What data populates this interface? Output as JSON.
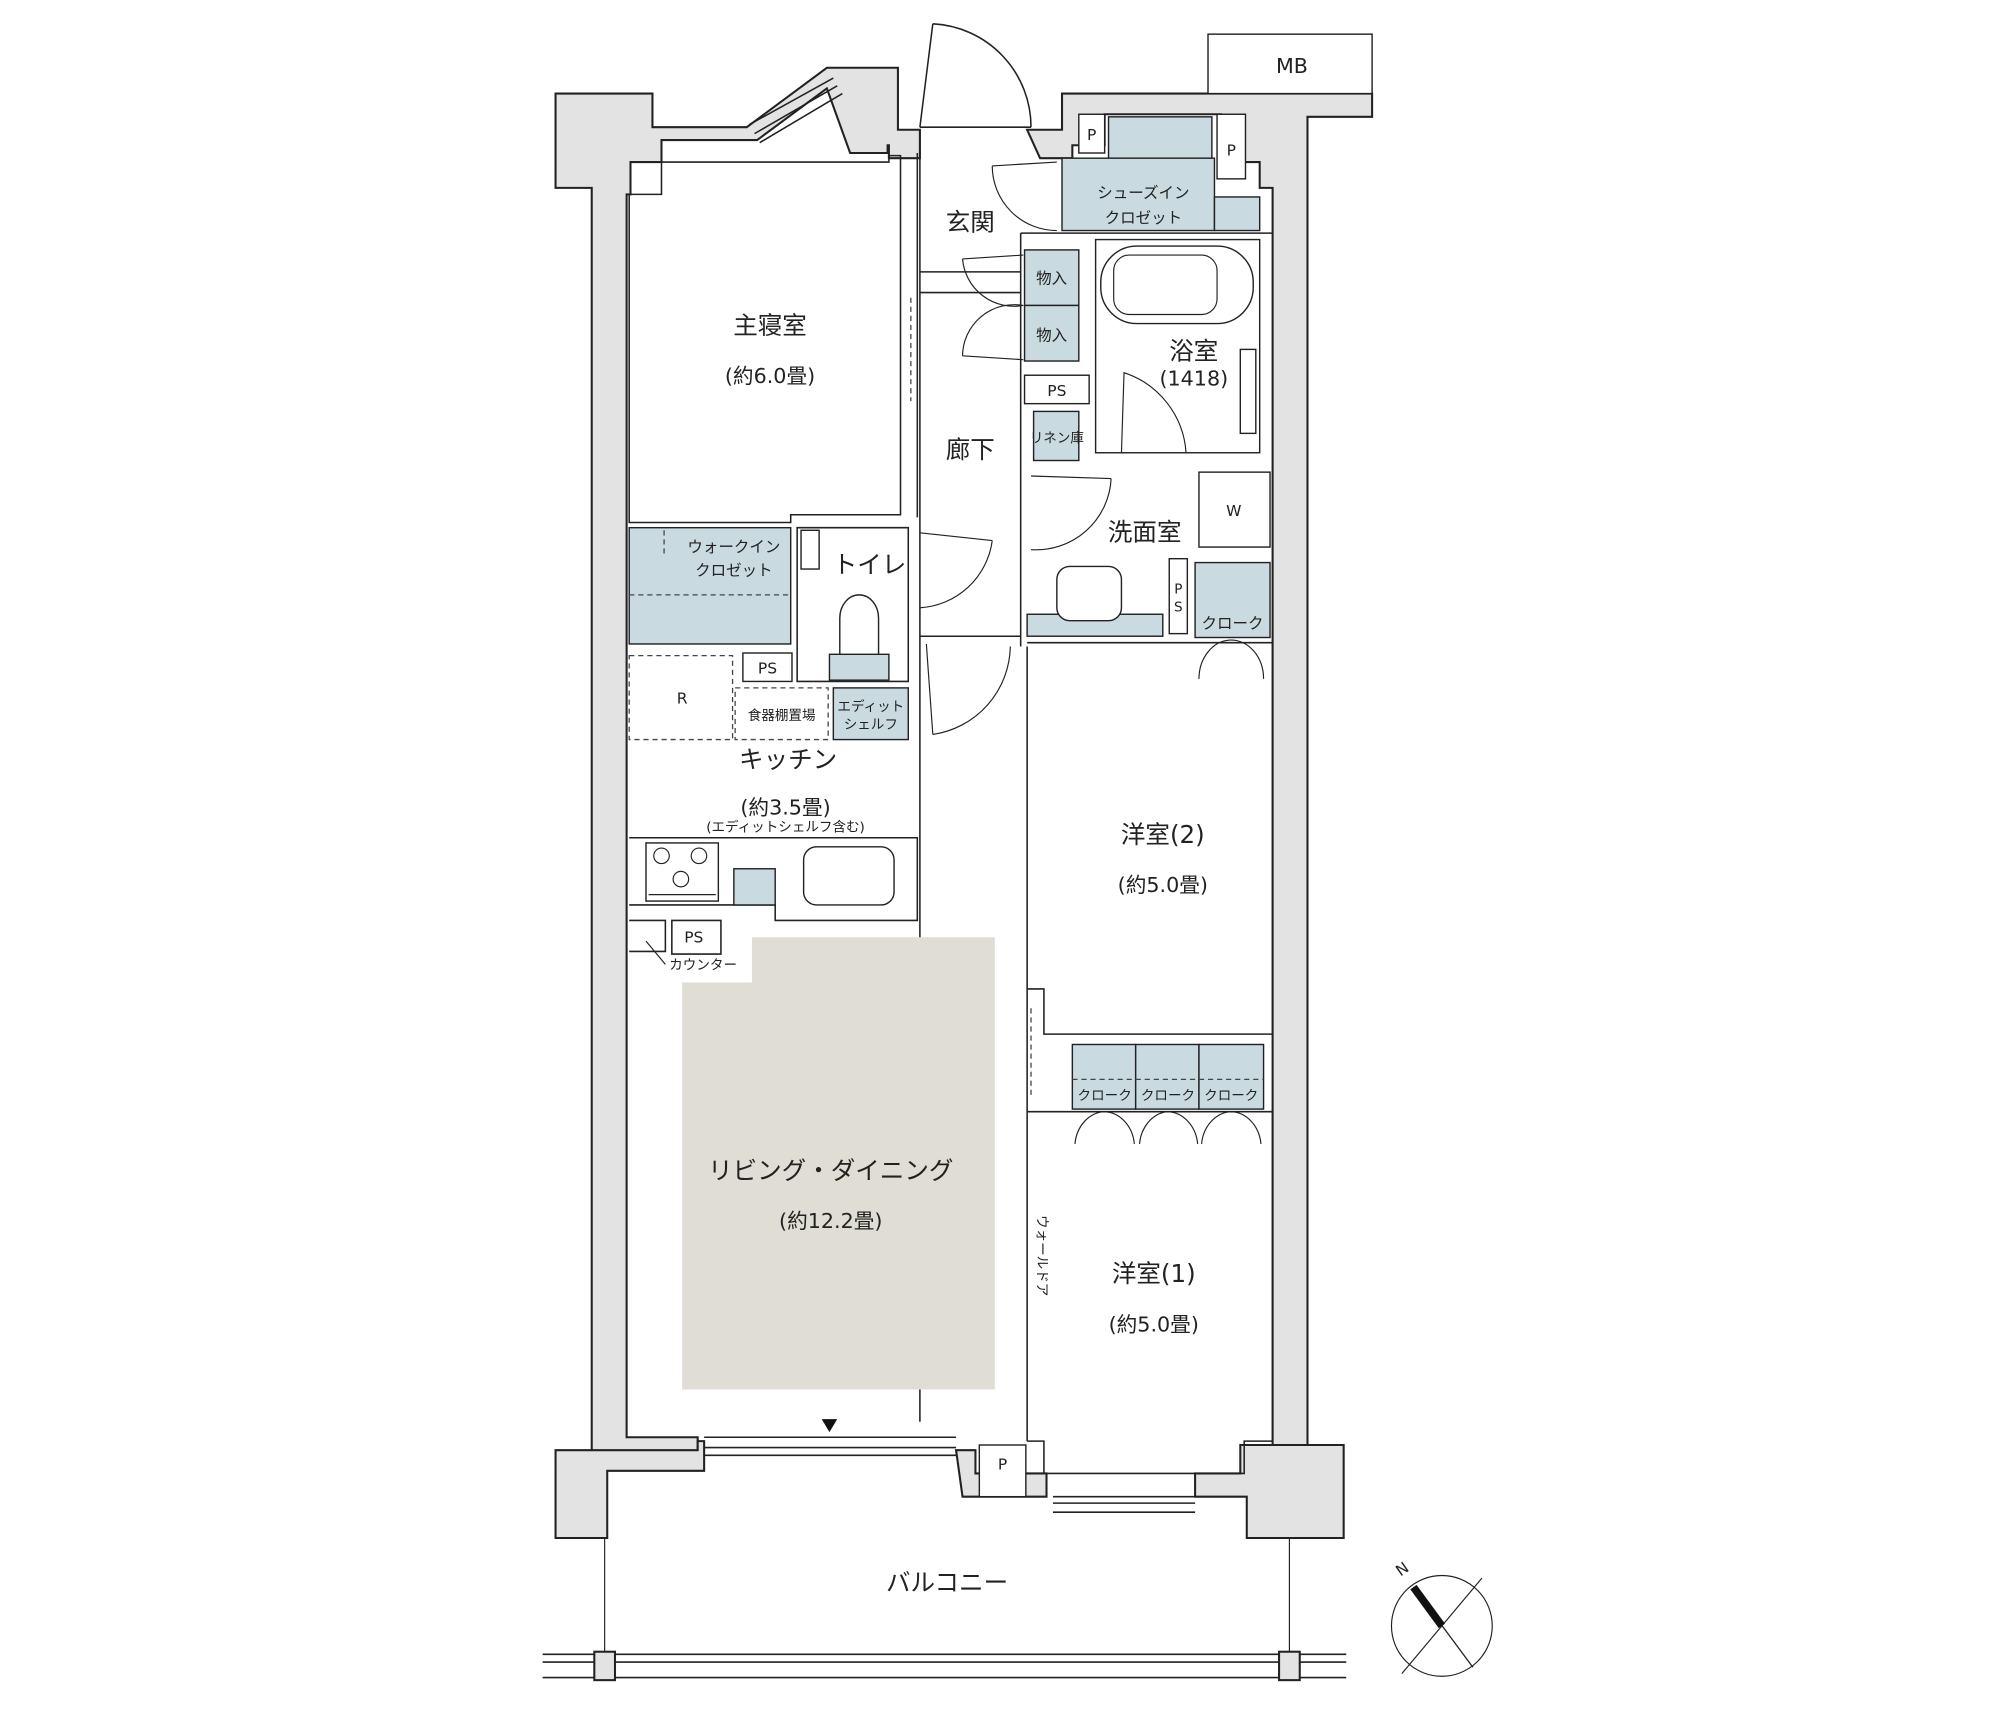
{
  "rooms": {
    "master_bedroom": {
      "name": "主寝室",
      "size": "(約6.0畳)"
    },
    "entrance": {
      "name": "玄関"
    },
    "hallway": {
      "name": "廊下"
    },
    "bathroom": {
      "name": "浴室",
      "size": "(1418)"
    },
    "washroom": {
      "name": "洗面室"
    },
    "toilet": {
      "name": "トイレ"
    },
    "kitchen": {
      "name": "キッチン",
      "size": "(約3.5畳)",
      "note": "(エディットシェルフ含む)"
    },
    "living_dining": {
      "name": "リビング・ダイニング",
      "size": "(約12.2畳)"
    },
    "western_room_2": {
      "name": "洋室(2)",
      "size": "(約5.0畳)"
    },
    "western_room_1": {
      "name": "洋室(1)",
      "size": "(約5.0畳)"
    },
    "balcony": {
      "name": "バルコニー"
    }
  },
  "storage": {
    "shoes_in_closet": [
      "シューズイン",
      "クロゼット"
    ],
    "walk_in_closet": [
      "ウォークイン",
      "クロゼット"
    ],
    "storage_1": "物入",
    "storage_2": "物入",
    "linen": "リネン庫",
    "cloak_wash": "クローク",
    "cloaks": [
      "クローク",
      "クローク",
      "クローク"
    ],
    "edit_shelf": [
      "エディット",
      "シェルフ"
    ],
    "dish_shelf": "食器棚置場",
    "counter": "カウンター",
    "wall_door": "ウォールドア"
  },
  "labels": {
    "mb": "MB",
    "p": "P",
    "ps": "PS",
    "w": "W",
    "r": "R",
    "ps_vertical": [
      "P",
      "S"
    ]
  },
  "compass": {
    "north": "N"
  },
  "colors": {
    "wall": "#e3e3e3",
    "storage": "#c9dbe0",
    "living": "#e0ddd4"
  }
}
